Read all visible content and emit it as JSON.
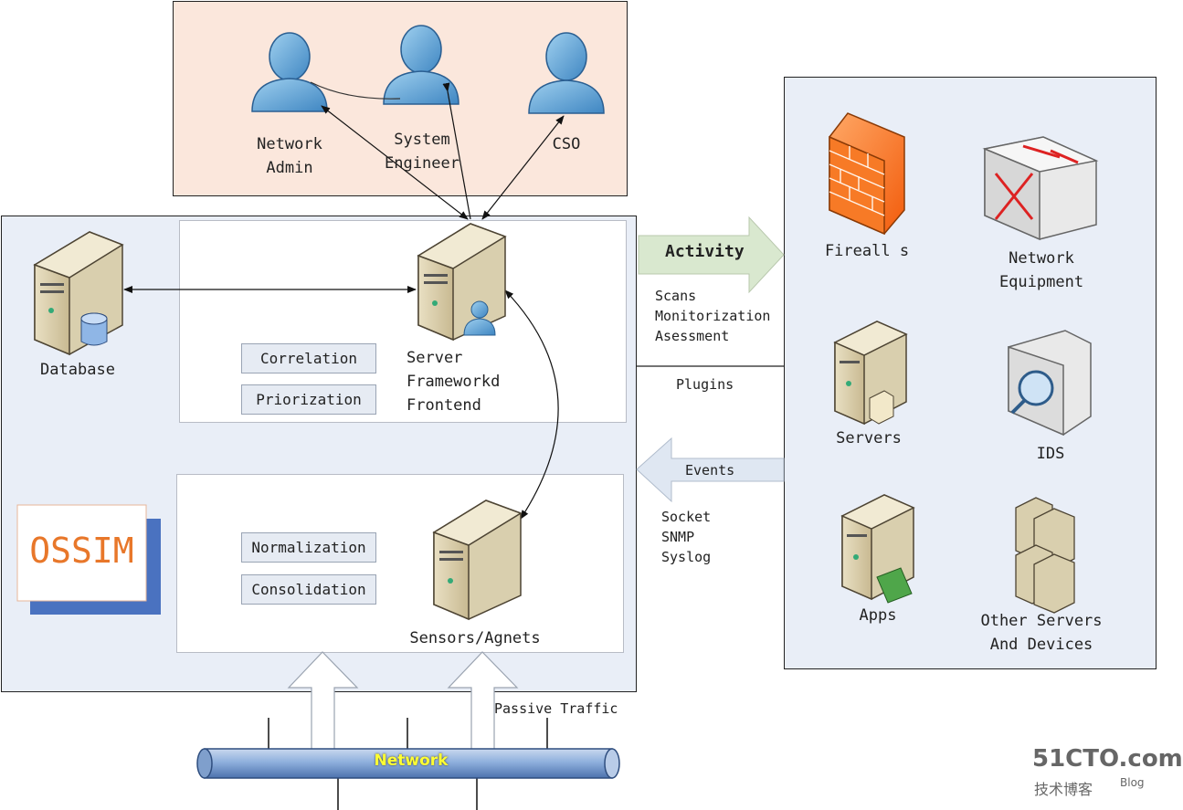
{
  "users": {
    "network_admin": "Network\nAdmin",
    "system_engineer": "System\nEngineer",
    "cso": "CSO"
  },
  "ossim": {
    "database": "Database",
    "correlation": "Correlation",
    "priorization": "Priorization",
    "server": "Server\nFrameworkd\nFrontend",
    "normalization": "Normalization",
    "consolidation": "Consolidation",
    "sensors": "Sensors/Agnets",
    "logo": "OSSIM"
  },
  "flows": {
    "activity": "Activity",
    "activity_items": [
      "Scans",
      "Monitorization",
      "Asessment"
    ],
    "plugins": "Plugins",
    "events": "Events",
    "event_items": [
      "Socket",
      "SNMP",
      "Syslog"
    ],
    "passive_traffic": "Passive Traffic",
    "network": "Network"
  },
  "devices": {
    "firewalls": "Fireall s",
    "network_equipment": "Network\nEquipment",
    "servers": "Servers",
    "ids": "IDS",
    "apps": "Apps",
    "other": "Other Servers\nAnd Devices"
  },
  "watermark": {
    "brand": "51CTO.com",
    "sub": "技术博客",
    "blog": "Blog"
  },
  "colors": {
    "users_bg": "#fbe7dc",
    "main_bg": "#e9eef7",
    "arrow_green": "#d9e8cf",
    "arrow_blue": "#dfe7f2",
    "logo_orange": "#e8772a",
    "logo_shadow": "#4a72c0"
  }
}
